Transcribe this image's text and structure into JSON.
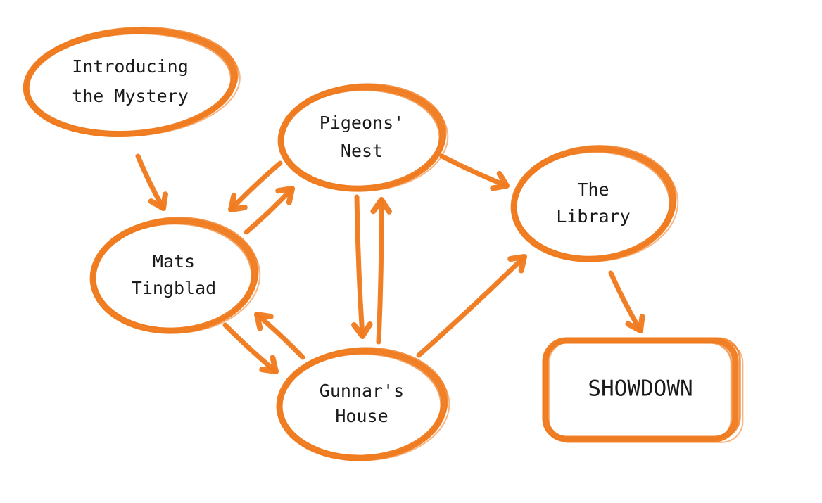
{
  "colors": {
    "accent": "#f07a1e",
    "text": "#1a1a1a",
    "background": "#ffffff"
  },
  "nodes": [
    {
      "id": "intro",
      "shape": "ellipse",
      "lines": [
        "Introducing",
        "the Mystery"
      ]
    },
    {
      "id": "pigeons",
      "shape": "ellipse",
      "lines": [
        "Pigeons'",
        "Nest"
      ]
    },
    {
      "id": "library",
      "shape": "ellipse",
      "lines": [
        "The",
        "Library"
      ]
    },
    {
      "id": "mats",
      "shape": "ellipse",
      "lines": [
        "Mats",
        "Tingblad"
      ]
    },
    {
      "id": "gunnar",
      "shape": "ellipse",
      "lines": [
        "Gunnar's",
        "House"
      ]
    },
    {
      "id": "showdown",
      "shape": "rounded-rect",
      "lines": [
        "SHOWDOWN"
      ]
    }
  ],
  "edges": [
    {
      "from": "intro",
      "to": "mats"
    },
    {
      "from": "mats",
      "to": "pigeons"
    },
    {
      "from": "pigeons",
      "to": "mats"
    },
    {
      "from": "pigeons",
      "to": "gunnar"
    },
    {
      "from": "gunnar",
      "to": "pigeons"
    },
    {
      "from": "mats",
      "to": "gunnar"
    },
    {
      "from": "gunnar",
      "to": "mats"
    },
    {
      "from": "pigeons",
      "to": "library"
    },
    {
      "from": "gunnar",
      "to": "library"
    },
    {
      "from": "library",
      "to": "showdown"
    }
  ]
}
